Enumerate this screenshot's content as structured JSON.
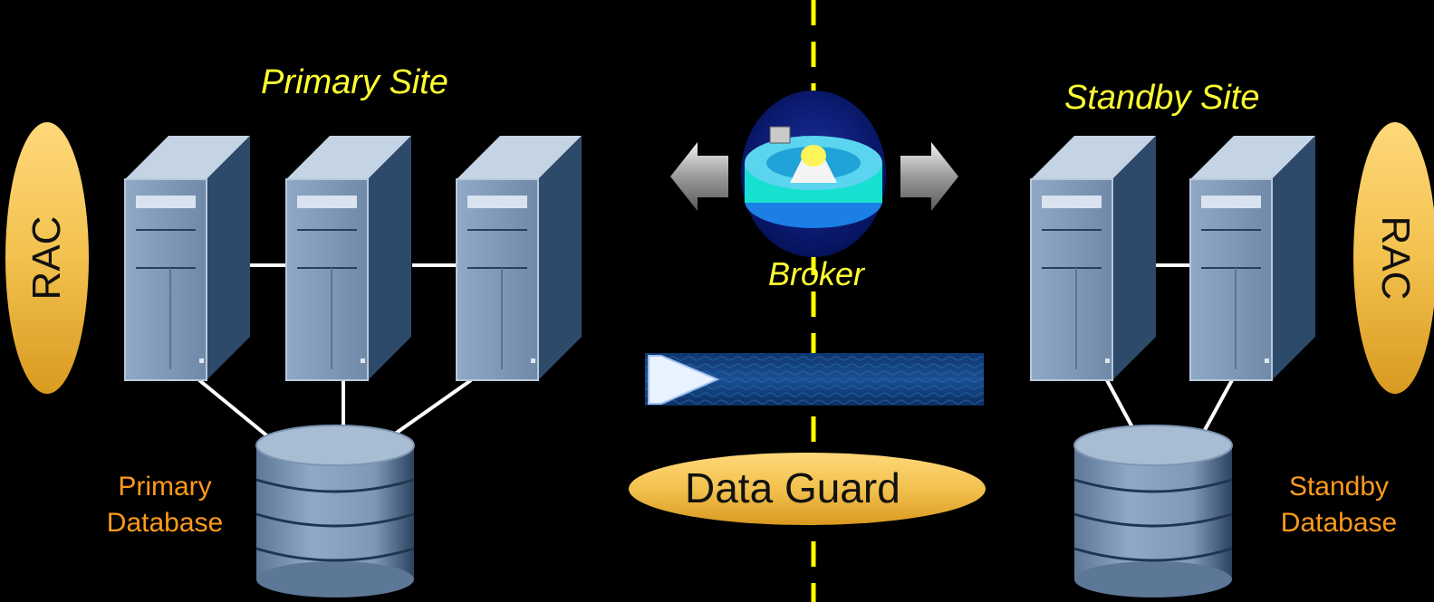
{
  "primary": {
    "site_title": "Primary Site",
    "rac_label": "RAC",
    "db_label_line1": "Primary",
    "db_label_line2": "Database"
  },
  "standby": {
    "site_title": "Standby Site",
    "rac_label": "RAC",
    "db_label_line1": "Standby",
    "db_label_line2": "Database"
  },
  "broker": {
    "label": "Broker"
  },
  "data_guard": {
    "label": "Data Guard"
  },
  "colors": {
    "title_yellow": "#ffff33",
    "db_label_orange": "#ff9a1a",
    "rac_oval": "#f2c14e",
    "divider": "#ffff00",
    "redo_band": "#12407c"
  }
}
